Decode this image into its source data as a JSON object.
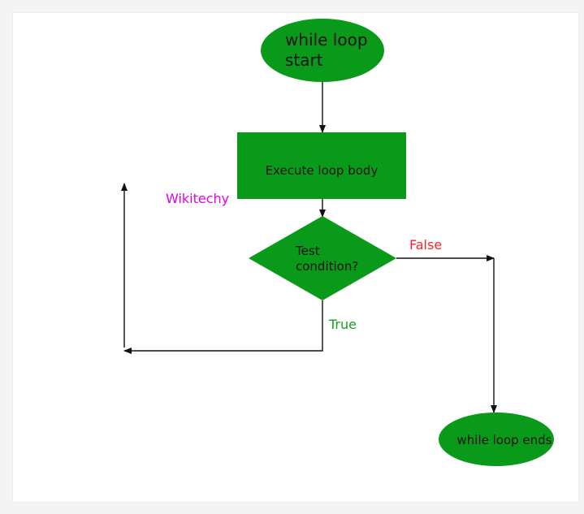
{
  "diagram": {
    "start_node": {
      "line1": "while loop",
      "line2": "start"
    },
    "process_node": {
      "label": "Execute loop body"
    },
    "decision_node": {
      "line1": "Test",
      "line2": "condition?"
    },
    "end_node": {
      "label": "while loop ends"
    },
    "edge_labels": {
      "true_label": "True",
      "false_label": "False"
    },
    "watermark": "Wikitechy"
  },
  "colors": {
    "node_fill": "#0a9a1a",
    "edge_stroke": "#111111",
    "true_label_color": "#1aa020",
    "false_label_color": "#ff2222",
    "watermark_color": "#e600e6"
  }
}
